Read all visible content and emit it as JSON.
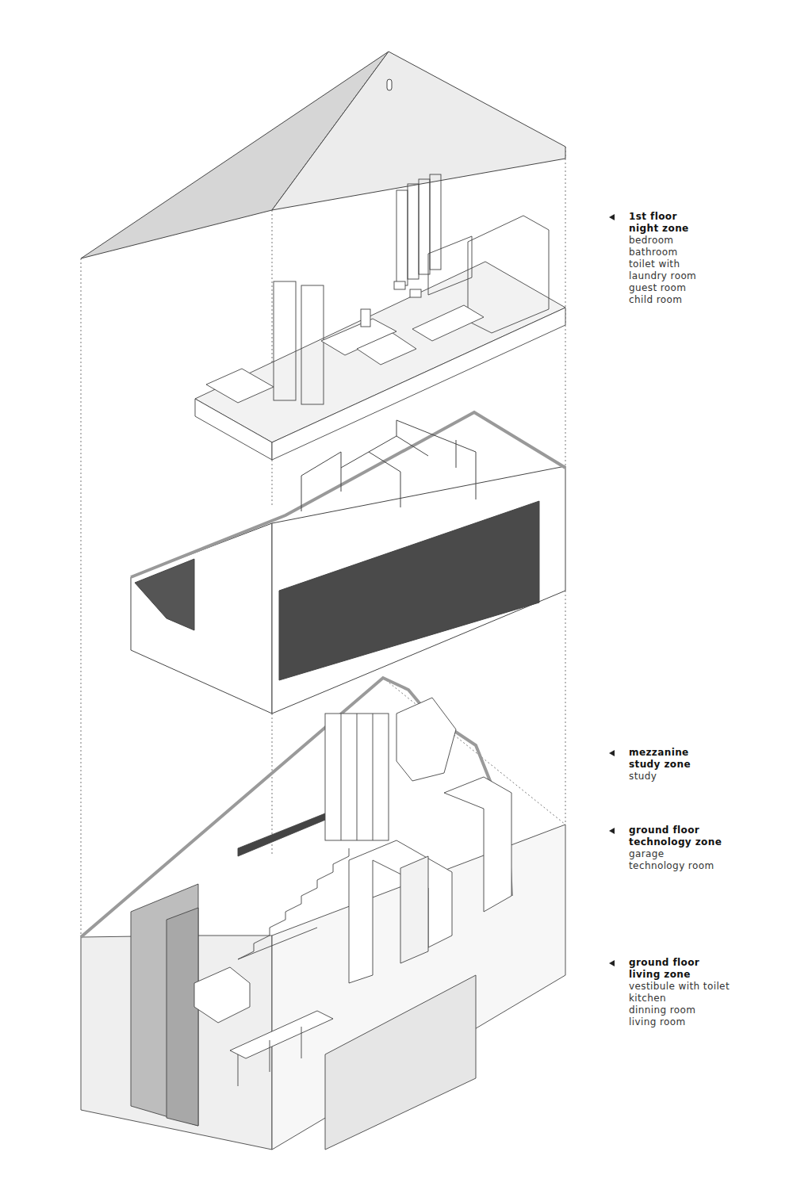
{
  "diagram": {
    "labels": [
      "1st floor",
      "night zone",
      "bedroom",
      "bathroom",
      "toilet with",
      "laundry room",
      "guest room",
      "child room",
      "mezzanine",
      "study zone",
      "study",
      "ground floor",
      "technology zone",
      "garage",
      "technology room",
      "ground floor",
      "living zone",
      "vestibule with toilet",
      "kitchen",
      "dinning room",
      "living room"
    ]
  }
}
